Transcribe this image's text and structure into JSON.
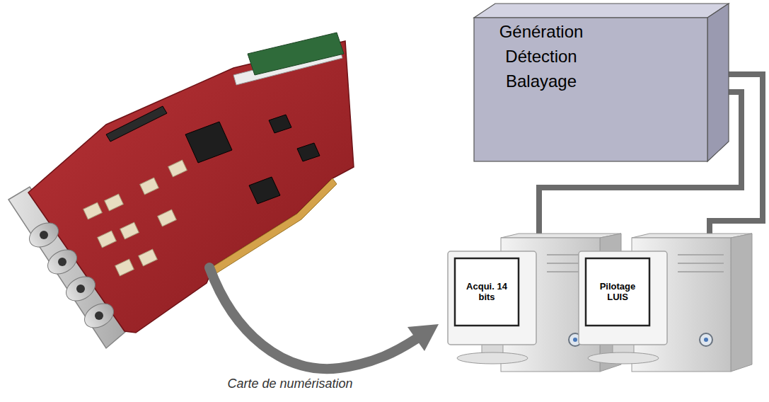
{
  "diagram": {
    "nodes": [
      {
        "text": [
          "Génération Détection Balayage"
        ]
      },
      {
        "text": [
          "Acqui. 14 bits"
        ]
      },
      {
        "text": [
          "Pilotage LUIS"
        ]
      }
    ],
    "edges": [
      {
        "from": 0,
        "to": 2,
        "arrow": "none"
      },
      {
        "from": 0,
        "to": 1,
        "arrow": "none"
      }
    ],
    "labels": [
      "Carte de numérisation"
    ]
  }
}
